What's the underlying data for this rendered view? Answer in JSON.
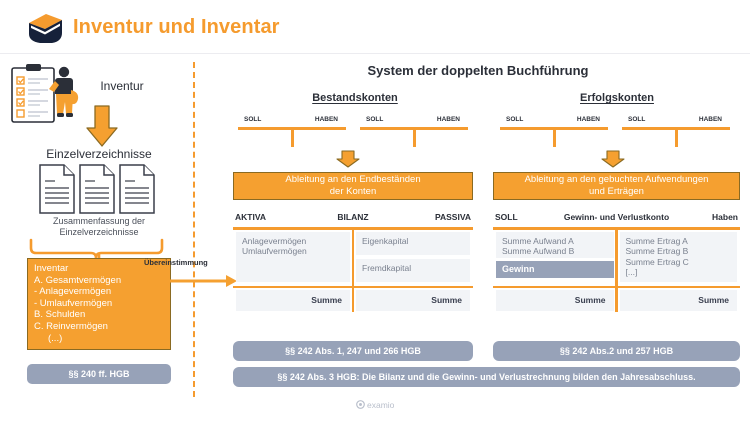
{
  "header": {
    "title": "Inventur und Inventar",
    "logo_icon": "examio-envelope-logo"
  },
  "left_column": {
    "clipart_icon": "person-with-checklist-clipboard-illustration",
    "step1_label": "Inventur",
    "arrow_down_icon": "big-down-arrow",
    "step2_label": "Einzelverzeichnisse",
    "documents_icon": "three-documents-icon",
    "summary_label_line1": "Zusammenfassung der",
    "summary_label_line2": "Einzelverzeichnisse",
    "brace_icon": "curly-brace-icon",
    "inventar_box": {
      "lines": [
        "Inventar",
        "A. Gesamtvermögen",
        "- Anlagevermögen",
        "- Umlaufvermögen",
        "B. Schulden",
        "C. Reinvermögen"
      ],
      "ellipsis": "(...)"
    },
    "legal_badge": "§§ 240 ff. HGB",
    "match_label": "Übereinstimmung",
    "match_arrow_icon": "double-headed-horizontal-arrow"
  },
  "right_panel": {
    "title": "System der doppelten Buchführung",
    "groups": [
      {
        "label": "Bestandskonten"
      },
      {
        "label": "Erfolgskonten"
      }
    ],
    "t_accounts": [
      {
        "soll": "SOLL",
        "haben": "HABEN"
      },
      {
        "soll": "SOLL",
        "haben": "HABEN"
      },
      {
        "soll": "SOLL",
        "haben": "HABEN"
      },
      {
        "soll": "SOLL",
        "haben": "HABEN"
      }
    ],
    "derivation_boxes": [
      {
        "line1": "Ableitung an den Endbeständen",
        "line2": "der Konten"
      },
      {
        "line1": "Ableitung an den gebuchten Aufwendungen",
        "line2": "und Erträgen"
      }
    ],
    "bilanz": {
      "header_left": "AKTIVA",
      "header_center": "BILANZ",
      "header_right": "PASSIVA",
      "left_cells": [
        {
          "text": "Anlagevermögen\nUmlaufvermögen",
          "style": "plain"
        }
      ],
      "right_cells": [
        {
          "text": "Eigenkapital",
          "style": "plain"
        },
        {
          "text": "Fremdkapital",
          "style": "plain"
        }
      ],
      "sum_left": "Summe",
      "sum_right": "Summe"
    },
    "guv": {
      "header_left": "SOLL",
      "header_center": "Gewinn- und Verlustkonto",
      "header_right": "Haben",
      "left_cells": [
        {
          "text": "Summe Aufwand A\nSumme Aufwand B",
          "style": "plain"
        },
        {
          "text": "Gewinn",
          "style": "highlight"
        }
      ],
      "right_cells": [
        {
          "text": "Summe Ertrag A\nSumme Ertrag B\nSumme Ertrag C\n[...]",
          "style": "plain"
        }
      ],
      "sum_left": "Summe",
      "sum_right": "Summe"
    },
    "legal_bars": {
      "left": "§§ 242 Abs. 1, 247 und 266 HGB",
      "right": "§§ 242 Abs.2 und 257 HGB",
      "wide": "§§ 242 Abs. 3 HGB: Die Bilanz und die Gewinn- und Verlustrechnung bilden den Jahresabschluss."
    }
  },
  "footer": {
    "copyright": "examio",
    "copyright_icon": "copyright-icon"
  },
  "colors": {
    "accent_orange": "#F59B2E",
    "box_orange": "#F5A030",
    "slate_gray": "#97A2B8",
    "cell_gray": "#F2F4F7",
    "text_dark": "#2B2F38"
  }
}
